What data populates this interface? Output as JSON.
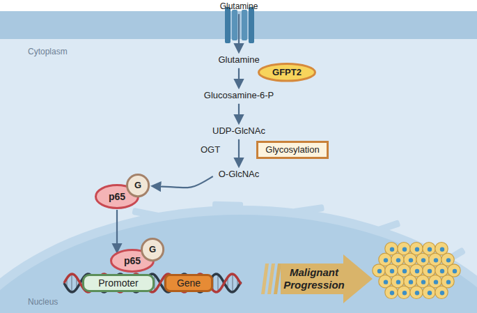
{
  "diagram": {
    "nodes": [
      {
        "text": [
          "Glutamine"
        ]
      },
      {
        "text": [
          "Glutamine"
        ]
      },
      {
        "text": [
          "GFPT2"
        ]
      },
      {
        "text": [
          "Glucosamine-6-P"
        ]
      },
      {
        "text": [
          "UDP-GlcNAc"
        ]
      },
      {
        "text": [
          "Glycosylation"
        ]
      },
      {
        "text": [
          "O-GlcNAc"
        ]
      },
      {
        "text": [
          "p65"
        ]
      },
      {
        "text": [
          "G"
        ]
      },
      {
        "text": [
          "p65"
        ]
      },
      {
        "text": [
          "G"
        ]
      },
      {
        "text": [
          "Promoter"
        ]
      },
      {
        "text": [
          "Gene"
        ]
      },
      {
        "text": [
          "Malignant Progression"
        ]
      }
    ],
    "edges": [
      {
        "from": 0,
        "to": 1,
        "arrow": "to"
      },
      {
        "from": 1,
        "to": 3,
        "arrow": "to"
      },
      {
        "from": 3,
        "to": 4,
        "arrow": "to"
      },
      {
        "from": 4,
        "to": 6,
        "arrow": "to"
      },
      {
        "from": 6,
        "to": 8,
        "arrow": "to"
      },
      {
        "from": 7,
        "to": 9,
        "arrow": "to"
      }
    ],
    "labels": [
      "Cytoplasm",
      "OGT",
      "Nucleus"
    ]
  }
}
